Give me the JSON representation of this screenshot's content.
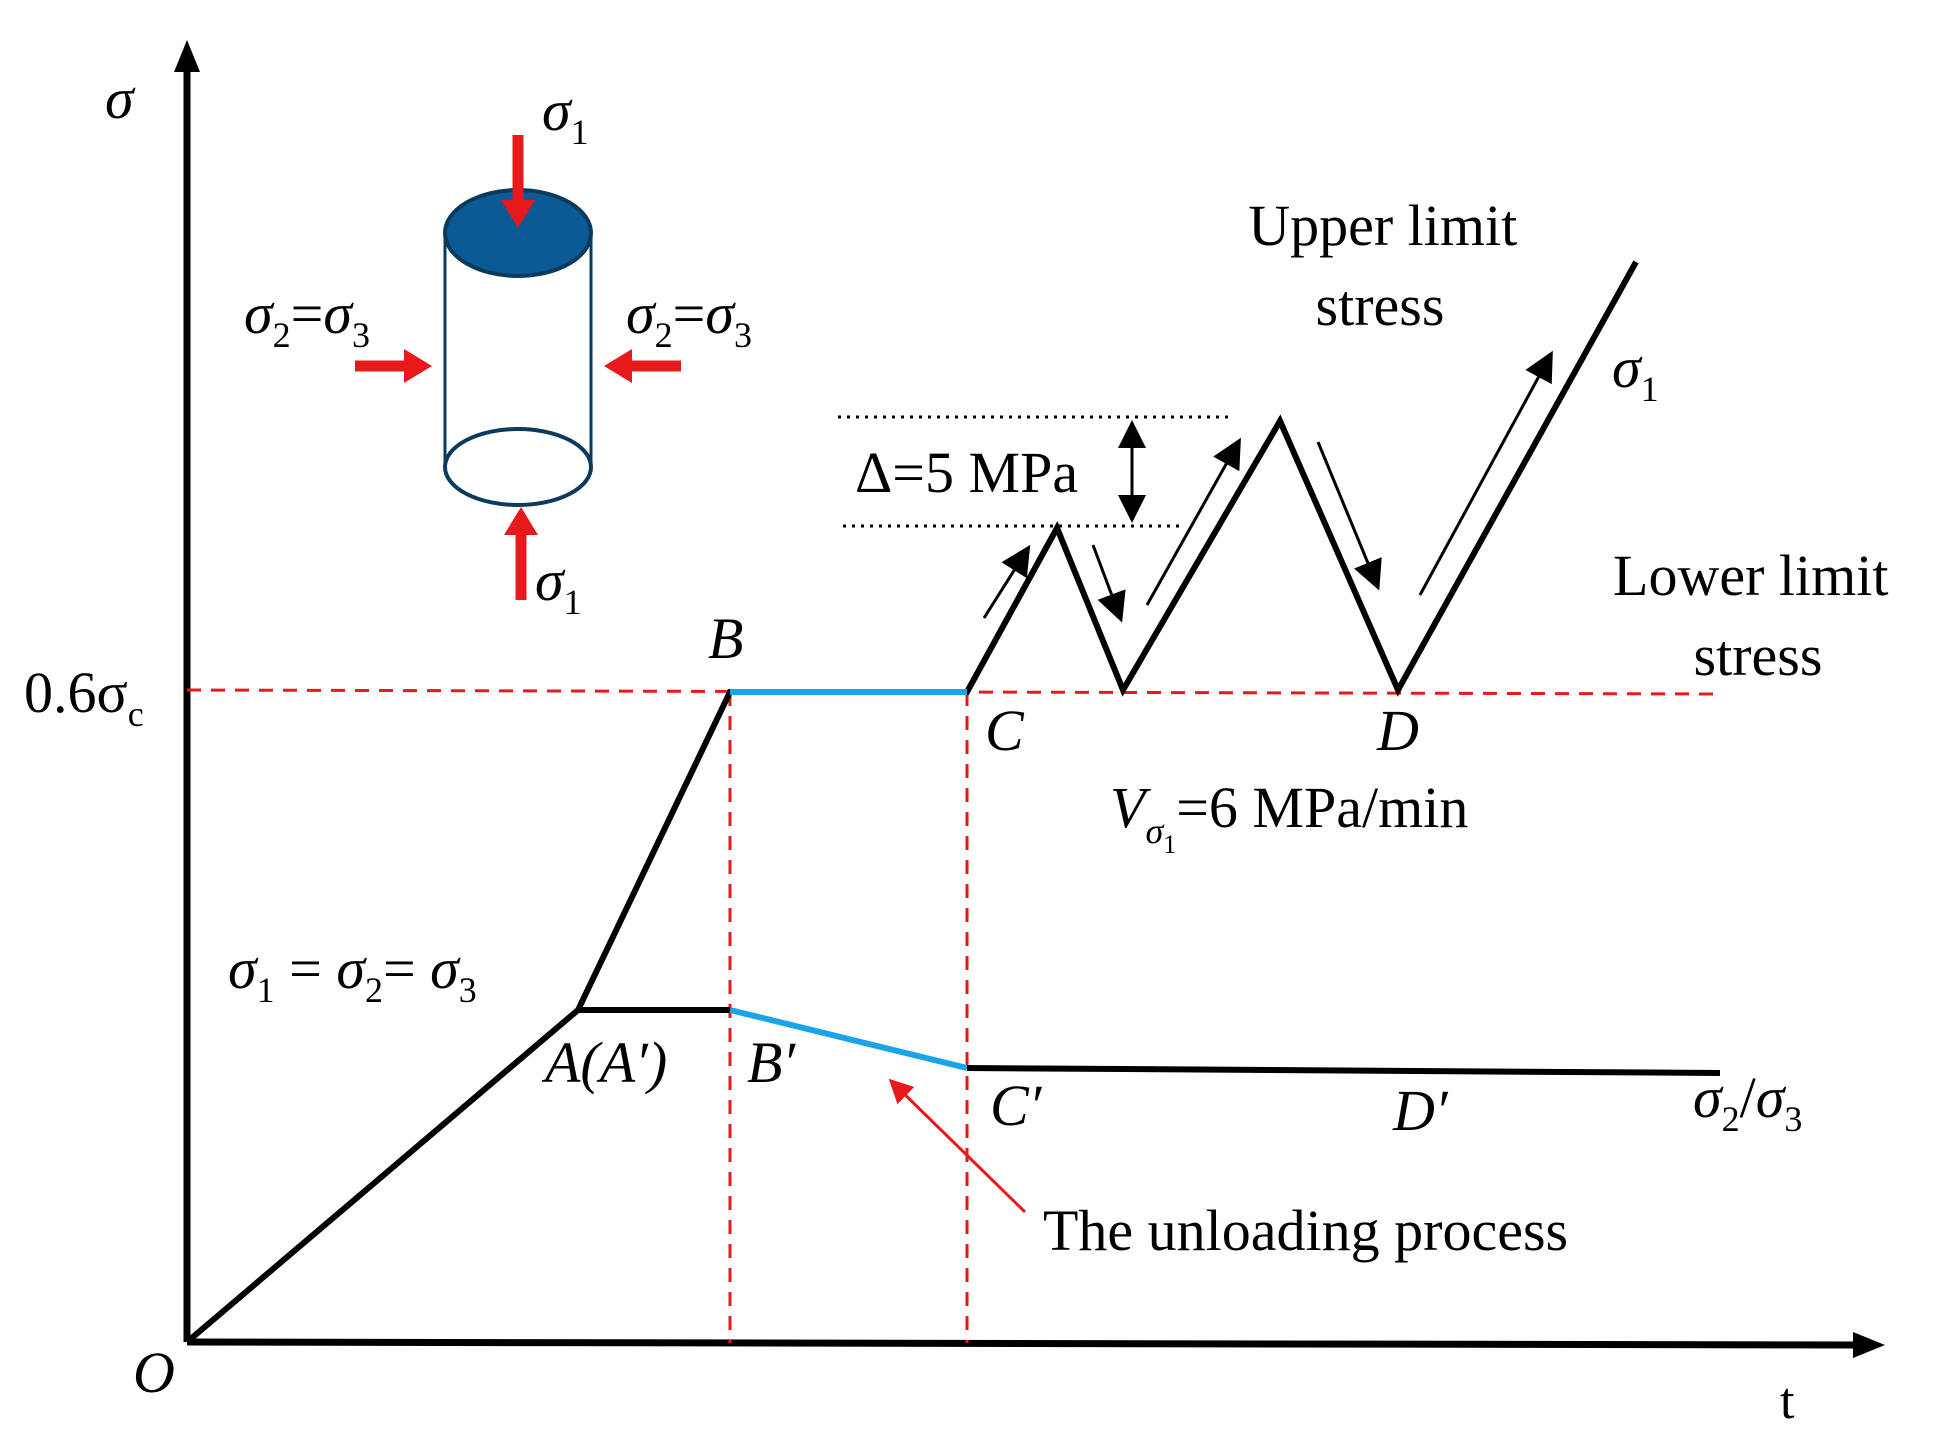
{
  "axes": {
    "y_label": "σ",
    "x_label": "t",
    "origin_label": "O",
    "y_tick": {
      "prefix": "0.6σ",
      "subscript": "c"
    }
  },
  "specimen": {
    "top_load": {
      "sym": "σ",
      "sub": "1"
    },
    "bottom_load": {
      "sym": "σ",
      "sub": "1"
    },
    "left_load": {
      "a": "σ",
      "a_sub": "2",
      "eq": "=",
      "b": "σ",
      "b_sub": "3"
    },
    "right_load": {
      "a": "σ",
      "a_sub": "2",
      "eq": "=",
      "b": "σ",
      "b_sub": "3"
    }
  },
  "points": {
    "A": "A(A′)",
    "B": "B",
    "B_prime": "B′",
    "C": "C",
    "C_prime": "C′",
    "D": "D",
    "D_prime": "D′"
  },
  "labels": {
    "hydrostatic": {
      "s1": "σ",
      "s1_sub": "1",
      "eq1": " = ",
      "s2": "σ",
      "s2_sub": "2",
      "eq2": "= ",
      "s3": "σ",
      "s3_sub": "3"
    },
    "sigma1_curve": {
      "sym": "σ",
      "sub": "1"
    },
    "sigma23_curve": {
      "a": "σ",
      "a_sub": "2",
      "slash": "/",
      "b": "σ",
      "b_sub": "3"
    },
    "upper_limit": [
      "Upper limit",
      "stress"
    ],
    "lower_limit": [
      "Lower limit",
      "stress"
    ],
    "delta": "Δ=5 MPa",
    "rate": {
      "sym": "V",
      "sub_sym": "σ",
      "sub_sub": "1",
      "text": "=6 MPa/min"
    },
    "unloading": "The unloading process"
  },
  "colors": {
    "curve": "#000000",
    "dashed_guides": "#e8191a",
    "unloading_segment": "#1aa3e8",
    "load_arrows": "#e8191a",
    "specimen_top": "#0b5a96",
    "specimen_outline": "#0b3a5c"
  }
}
